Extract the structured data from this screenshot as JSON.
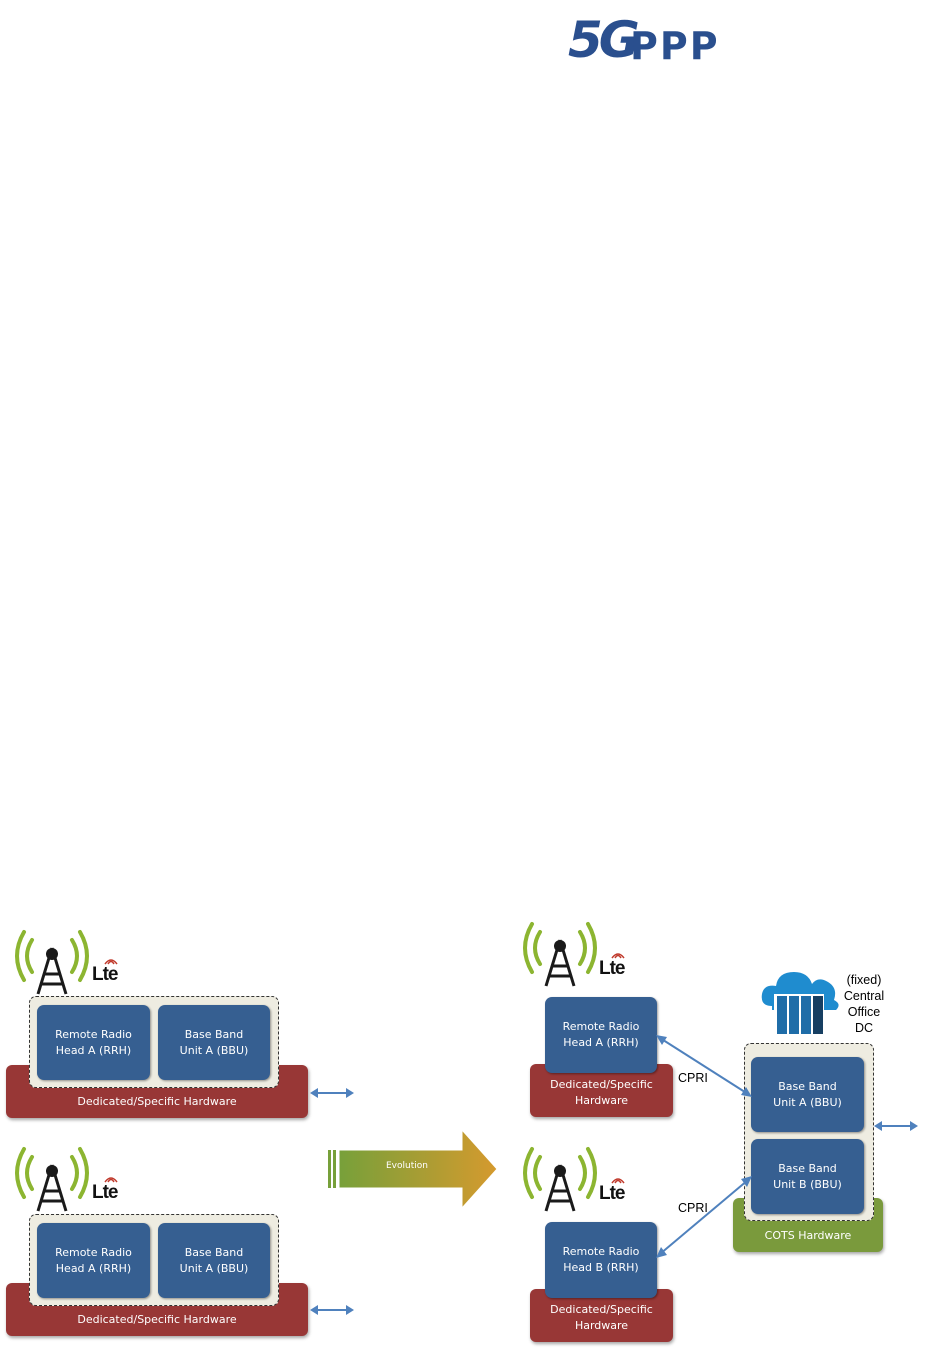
{
  "logo": {
    "five_g": "5G",
    "ppp": "PPP"
  },
  "lte_label": "Lte",
  "left": {
    "site1": {
      "rrh": "Remote Radio\nHead A (RRH)",
      "bbu": "Base Band\nUnit A (BBU)",
      "hardware": "Dedicated/Specific Hardware"
    },
    "site2": {
      "rrh": "Remote Radio\nHead A (RRH)",
      "bbu": "Base Band\nUnit A (BBU)",
      "hardware": "Dedicated/Specific Hardware"
    }
  },
  "evolution_label": "Evolution",
  "right": {
    "site1": {
      "rrh": "Remote Radio\nHead A (RRH)",
      "hardware": "Dedicated/Specific\nHardware"
    },
    "site2": {
      "rrh": "Remote Radio\nHead B (RRH)",
      "hardware": "Dedicated/Specific\nHardware"
    },
    "link_label_1": "CPRI",
    "link_label_2": "CPRI",
    "central_office": "(fixed)\nCentral\nOffice\nDC",
    "bbu_a": "Base Band\nUnit A (BBU)",
    "bbu_b": "Base Band\nUnit B (BBU)",
    "cots": "COTS Hardware"
  },
  "colors": {
    "dedicated_hw": "#983736",
    "cots_hw": "#7a9a3c",
    "unit_box": "#365f91",
    "container": "#eeece1",
    "arrow": "#4f81bd",
    "cloud": "#1f8ccf"
  }
}
